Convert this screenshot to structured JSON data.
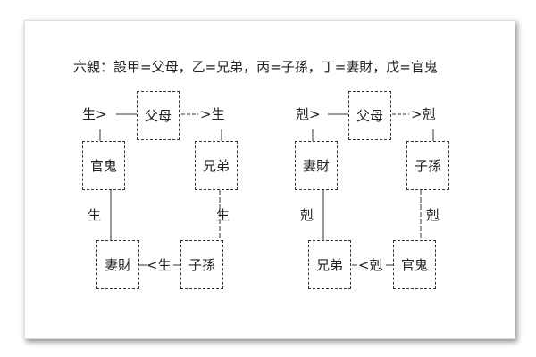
{
  "title": "六親：設甲=父母，乙=兄弟，丙=子孫，丁=妻財，戊=官鬼",
  "left": {
    "boxes": {
      "top": "父母",
      "left": "官鬼",
      "right": "兄弟",
      "bottom_left": "妻財",
      "bottom_right": "子孫"
    },
    "labels": {
      "top_left": "生>",
      "top_right": ">生",
      "left": "生",
      "right": "生",
      "bottom": "<生"
    }
  },
  "right": {
    "boxes": {
      "top": "父母",
      "left": "妻財",
      "right": "子孫",
      "bottom_left": "兄弟",
      "bottom_right": "官鬼"
    },
    "labels": {
      "top_left": "剋>",
      "top_right": ">剋",
      "left": "剋",
      "right": "剋",
      "bottom": "<剋"
    }
  }
}
